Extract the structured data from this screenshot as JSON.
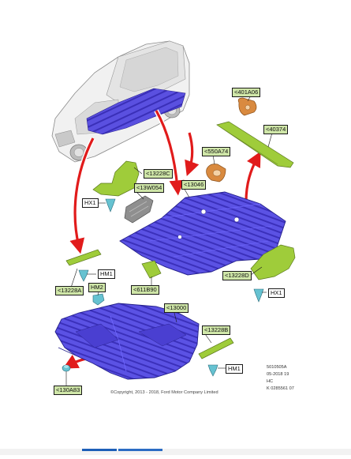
{
  "diagram": {
    "callouts": {
      "c401a06": "<401A06",
      "c40374": "<40374",
      "c550a74": "<550A74",
      "c13228c": "<13228C",
      "c13w054": "<13W054",
      "c13046": "<13046",
      "hx1_left": "HX1",
      "hx1_right": "HX1",
      "c13228d": "<13228D",
      "c13228a": "<13228A",
      "hm1_left": "HM1",
      "hm2": "HM2",
      "c611b90": "<611B90",
      "c13000": "<13000",
      "c13228b": "<13228B",
      "hm1_right": "HM1",
      "c130a83": "<130A83"
    },
    "info": {
      "line1": "5010505A",
      "line2": "05-2018 19",
      "line3": "HC",
      "line4": "K 0285561 07"
    },
    "copyright": "©Copyright, 2013 - 2018, Ford Motor Company Limited"
  },
  "colors": {
    "floor_blue": "#4a3fd1",
    "panel_green": "#9fcc3a",
    "orange_part": "#d98a3f",
    "arrow_red": "#e11b1b",
    "arrow_outline": "#ffffff"
  }
}
